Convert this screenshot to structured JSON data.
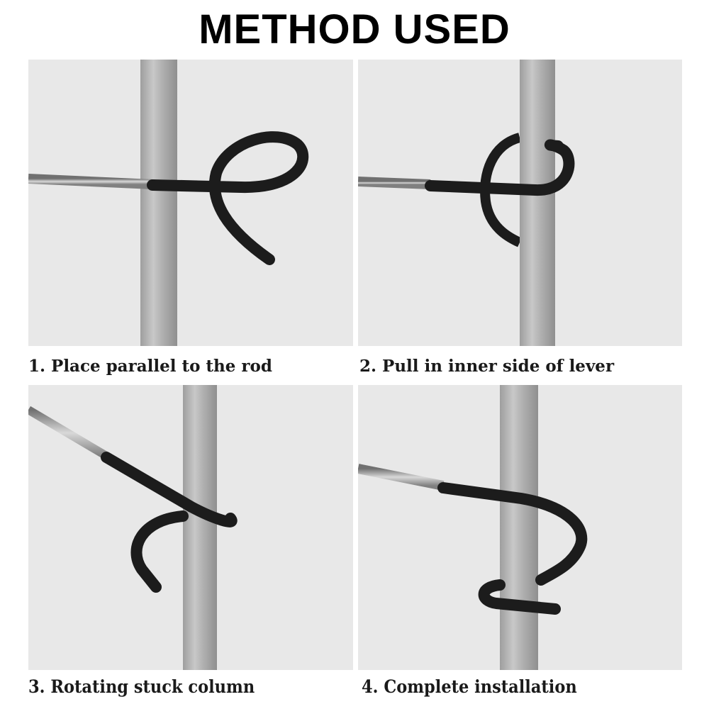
{
  "header": {
    "title": "METHOD USED"
  },
  "steps": [
    {
      "number": "1.",
      "label": "1. Place parallel to the rod"
    },
    {
      "number": "2.",
      "label": "2. Pull in inner side of lever"
    },
    {
      "number": "3.",
      "label": "3. Rotating stuck column"
    },
    {
      "number": "4.",
      "label": "4. Complete installation"
    }
  ],
  "colors": {
    "background": "#ffffff",
    "panel_background": "#e8e8e8",
    "pole": "#b3b3b3",
    "hook_coating": "#1c1c1c",
    "rod_metal": "#a0a0a0",
    "text": "#000000"
  }
}
